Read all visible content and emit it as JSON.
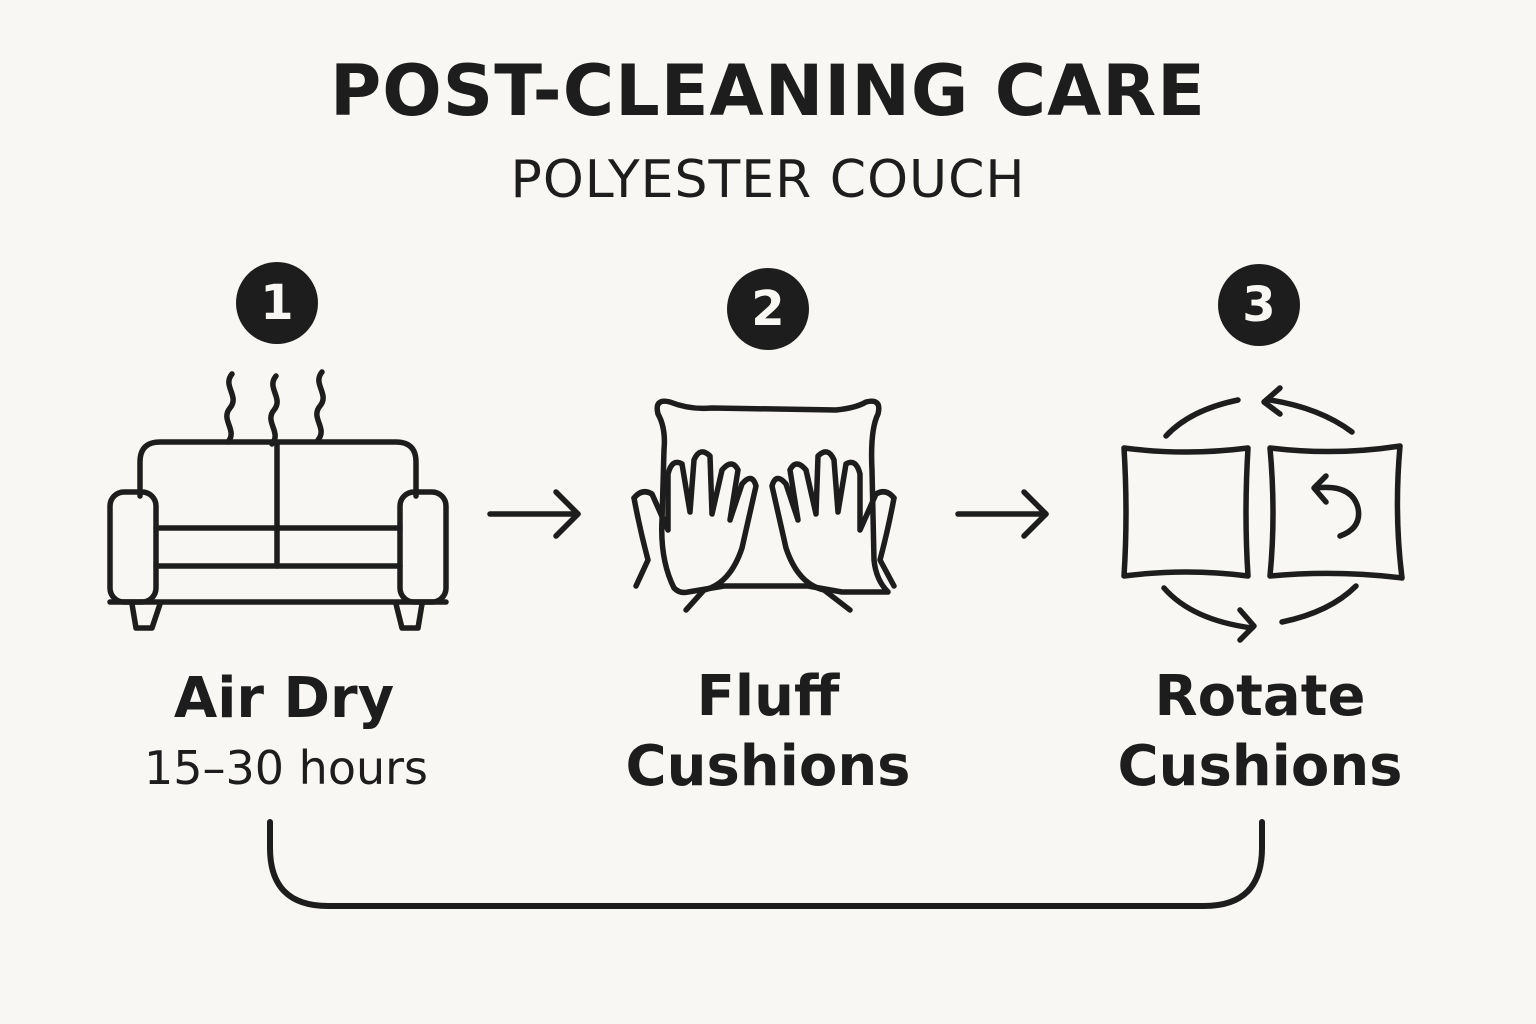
{
  "header": {
    "title": "POST-CLEANING CARE",
    "subtitle": "POLYESTER COUCH"
  },
  "steps": [
    {
      "number": "1",
      "title": "Air Dry",
      "detail": "15–30 hours",
      "icon": "steaming-couch-icon"
    },
    {
      "number": "2",
      "title": "Fluff Cushions",
      "icon": "hands-fluffing-pillow-icon"
    },
    {
      "number": "3",
      "title": "Rotate Cushions",
      "icon": "rotating-cushions-icon"
    }
  ],
  "connectors": {
    "between_steps": "right-arrow-icon",
    "return_loop": "loop-connector"
  },
  "colors": {
    "background": "#f8f7f3",
    "ink": "#1d1d1d"
  }
}
